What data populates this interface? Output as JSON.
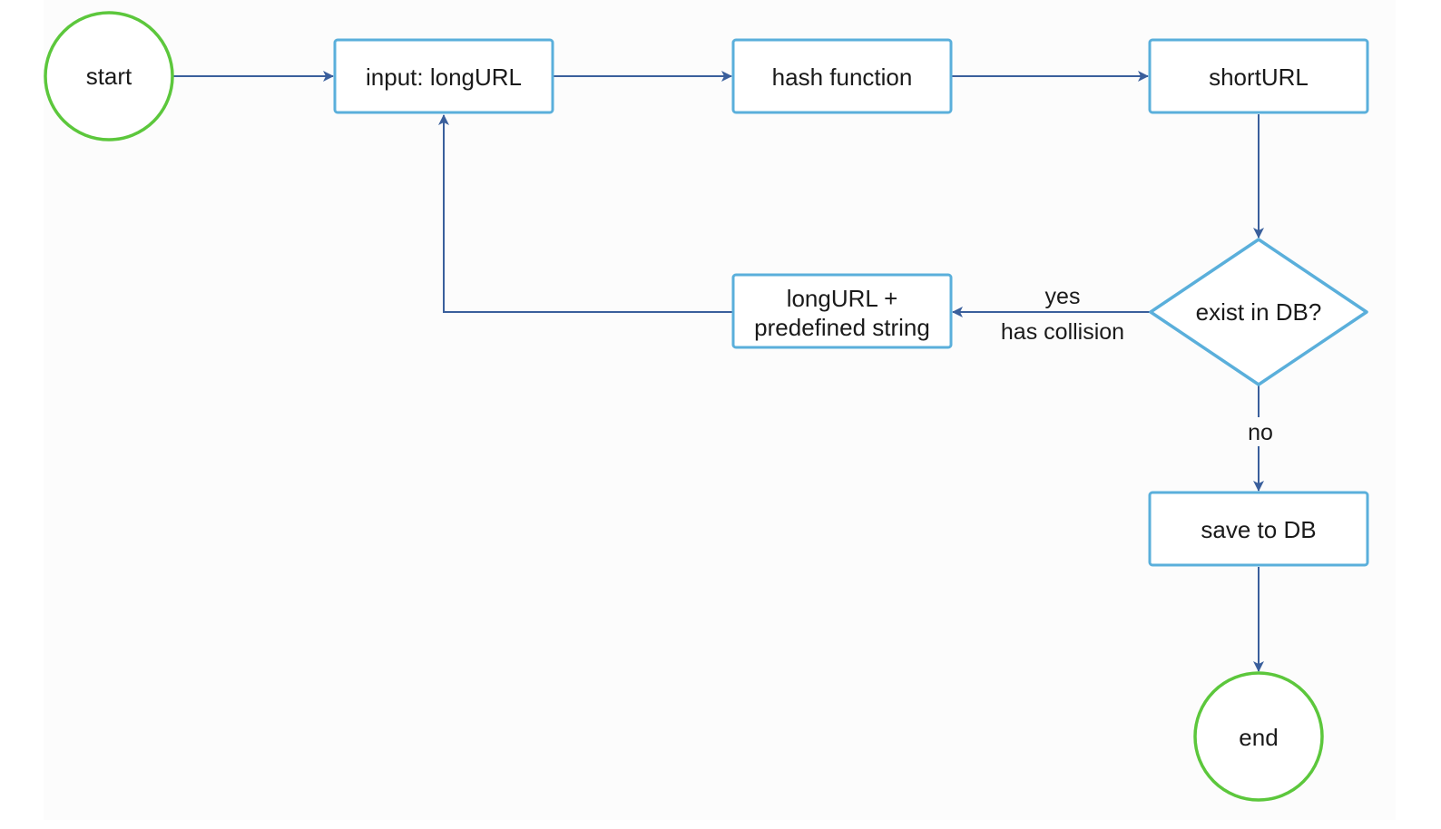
{
  "colors": {
    "background": "#ffffff",
    "panel": "#fcfcfc",
    "terminal_stroke": "#5cc73c",
    "box_stroke": "#5aafdb",
    "arrow": "#3a5f9c",
    "text": "#1a1a1a"
  },
  "nodes": {
    "start": {
      "label": "start"
    },
    "input": {
      "label": "input: longURL"
    },
    "hash": {
      "label": "hash function"
    },
    "short": {
      "label": "shortURL"
    },
    "decision": {
      "label": "exist in DB?"
    },
    "collision": {
      "label_line1": "longURL +",
      "label_line2": "predefined string"
    },
    "save": {
      "label": "save to DB"
    },
    "end": {
      "label": "end"
    }
  },
  "edges": {
    "yes_label": "yes",
    "collision_label": "has collision",
    "no_label": "no"
  }
}
